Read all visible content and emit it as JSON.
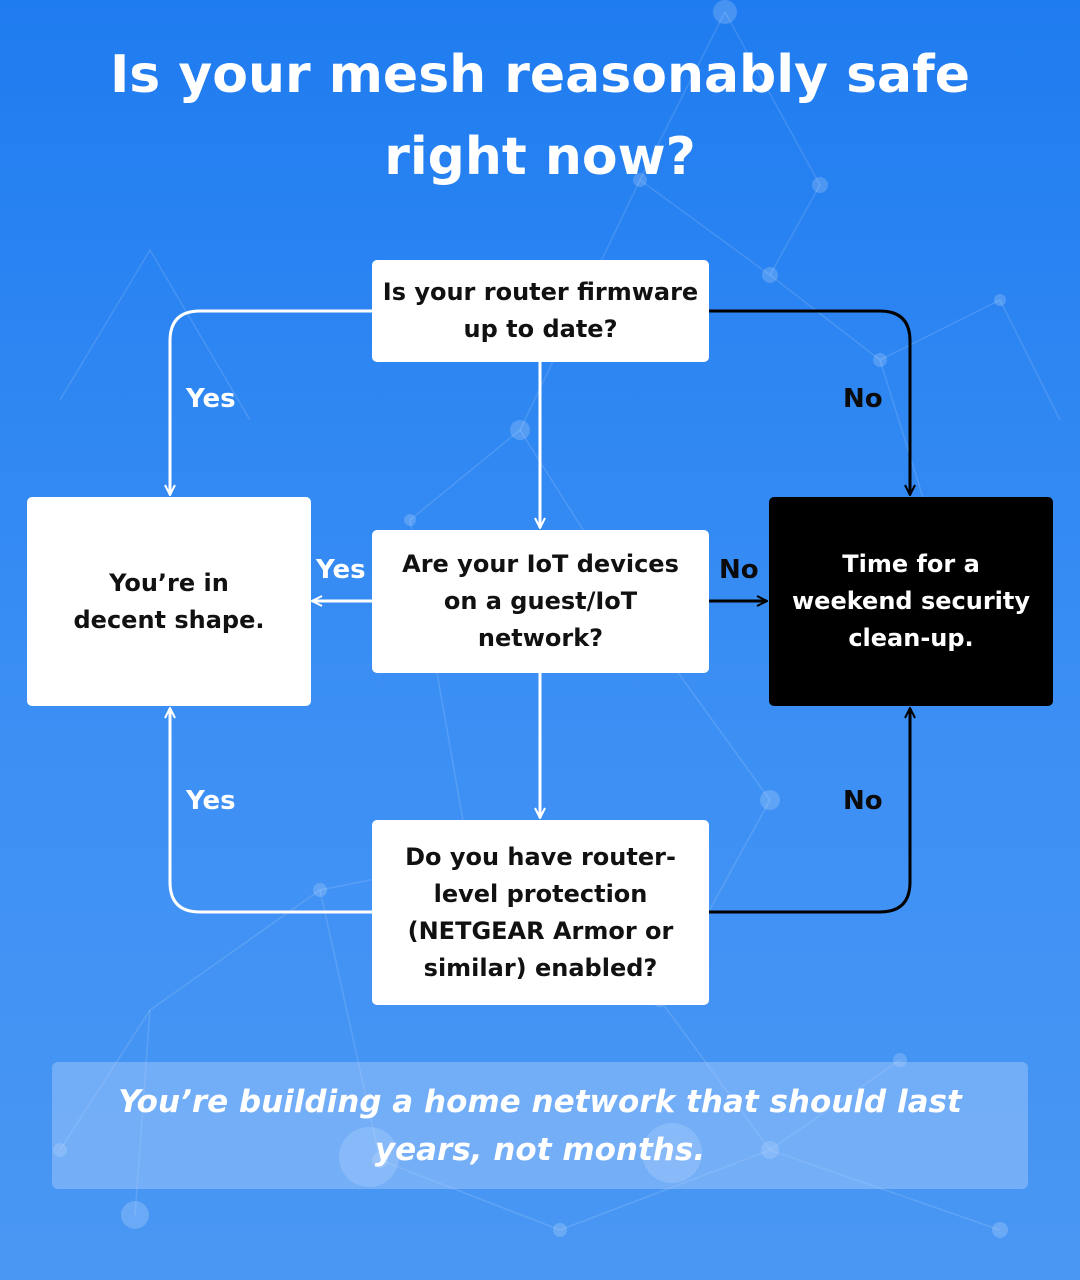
{
  "title": "Is your mesh reasonably safe right now?",
  "nodes": {
    "firmware": "Is your router firmware up to date?",
    "iot": "Are your IoT devices on a guest/IoT network?",
    "protection": "Do you have router-level protection (NETGEAR Armor or similar) enabled?",
    "decent": "You’re in decent shape.",
    "cleanup": "Time for a weekend security clean-up."
  },
  "edges": {
    "firmware_yes": "Yes",
    "firmware_no": "No",
    "iot_yes": "Yes",
    "iot_no": "No",
    "protection_yes": "Yes",
    "protection_no": "No"
  },
  "footer": "You’re building a home network that should last years, not months.",
  "colors": {
    "background": "#2a86f2",
    "yes_path": "#ffffff",
    "no_path": "#000000",
    "outcome_dark": "#000000"
  }
}
